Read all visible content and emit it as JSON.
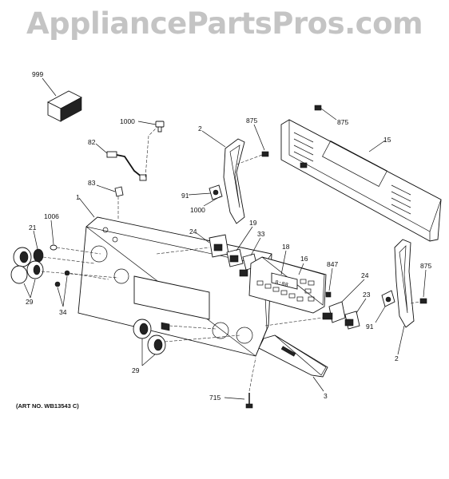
{
  "watermark": "AppliancePartsPros.com",
  "art_number": "(ART NO. WB13543 C)",
  "callouts": {
    "c999": "999",
    "c1000a": "1000",
    "c82": "82",
    "c83": "83",
    "c1": "1",
    "c1006": "1006",
    "c21": "21",
    "c29a": "29",
    "c34": "34",
    "c2a": "2",
    "c875a": "875",
    "c875b": "875",
    "c15": "15",
    "c91a": "91",
    "c1000b": "1000",
    "c19": "19",
    "c24a": "24",
    "c33": "33",
    "c18": "18",
    "c16": "16",
    "c847": "847",
    "c24b": "24",
    "c23": "23",
    "c91b": "91",
    "c875c": "875",
    "c2b": "2",
    "c29b": "29",
    "c3": "3",
    "c715": "715"
  },
  "display_readout": "8:88"
}
